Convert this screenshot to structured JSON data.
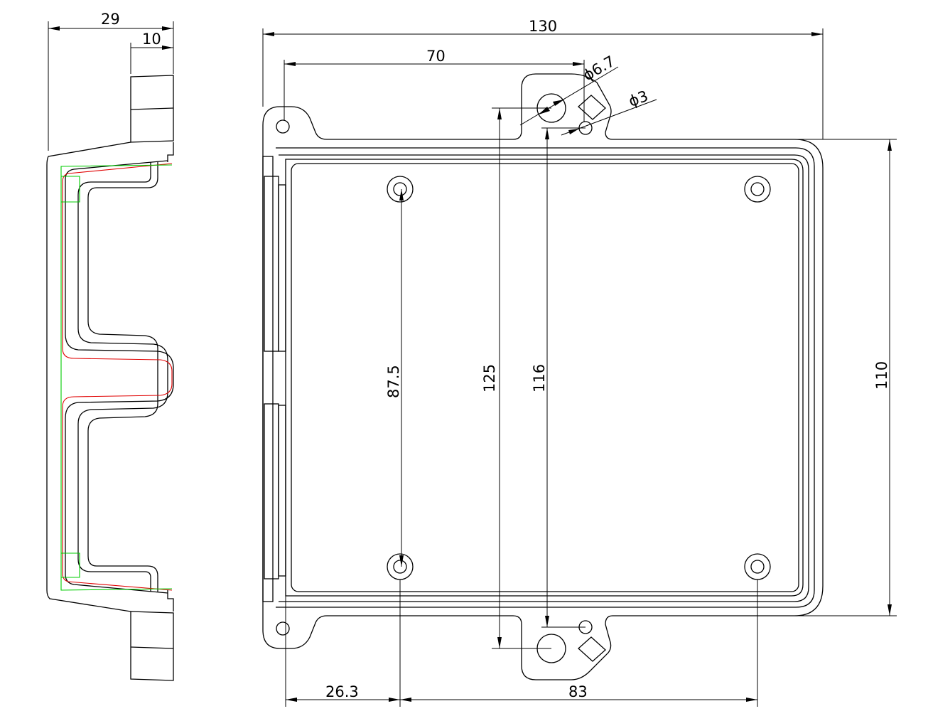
{
  "drawing": {
    "side_view": {
      "dim_total_width": "29",
      "dim_flange": "10"
    },
    "top_view": {
      "dim_overall_width": "130",
      "dim_hole_spacing": "70",
      "dim_large_hole_dia": "ϕ6.7",
      "dim_small_hole_dia": "ϕ3",
      "dim_boss_spacing_vertical": "87.5",
      "dim_large_hole_vertical": "125",
      "dim_small_hole_vertical": "116",
      "dim_body_height": "110",
      "dim_left_offset": "26.3",
      "dim_boss_spacing_horizontal": "83"
    },
    "colors": {
      "outline": "#000000",
      "inner_profile_red": "#e00000",
      "inner_profile_green": "#00cc00"
    }
  }
}
